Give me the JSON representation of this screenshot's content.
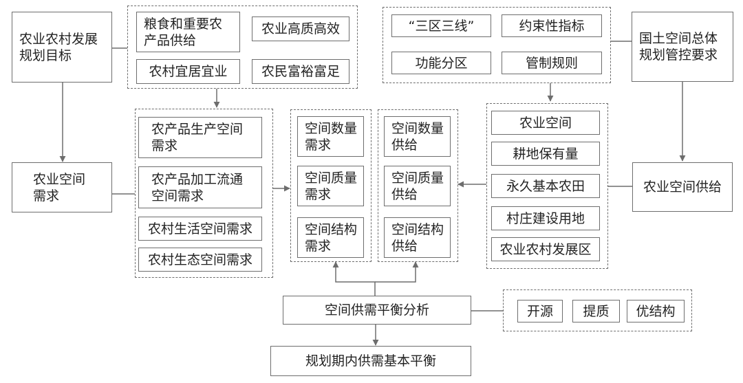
{
  "goal": {
    "line1": "农业农村发展",
    "line2": "规划目标"
  },
  "goal_items": [
    "粮食和重要农",
    "产品供给",
    "农业高质高效",
    "农村宜居宜业",
    "农民富裕富足"
  ],
  "control": {
    "line1": "国土空间总体",
    "line2": "规划管控要求"
  },
  "control_items": [
    "“三区三线”",
    "约束性指标",
    "功能分区",
    "管制规则"
  ],
  "demand": {
    "line1": "农业空间",
    "line2": "需求"
  },
  "demand_items": [
    {
      "l1": "农产品生产空间",
      "l2": "需求"
    },
    {
      "l1": "农产品加工流通",
      "l2": "空间需求"
    },
    {
      "l1": "农村生活空间需求",
      "l2": ""
    },
    {
      "l1": "农村生态空间需求",
      "l2": ""
    }
  ],
  "demand_cols": [
    {
      "l1": "空间数量",
      "l2": "需求"
    },
    {
      "l1": "空间质量",
      "l2": "需求"
    },
    {
      "l1": "空间结构",
      "l2": "需求"
    }
  ],
  "supply_cols": [
    {
      "l1": "空间数量",
      "l2": "供给"
    },
    {
      "l1": "空间质量",
      "l2": "供给"
    },
    {
      "l1": "空间结构",
      "l2": "供给"
    }
  ],
  "supply_items": [
    "农业空间",
    "耕地保有量",
    "永久基本农田",
    "村庄建设用地",
    "农业农村发展区"
  ],
  "supply": {
    "label": "农业空间供给"
  },
  "analysis": {
    "label": "空间供需平衡分析"
  },
  "measures": [
    "开源",
    "提质",
    "优结构"
  ],
  "result": {
    "label": "规划期内供需基本平衡"
  }
}
